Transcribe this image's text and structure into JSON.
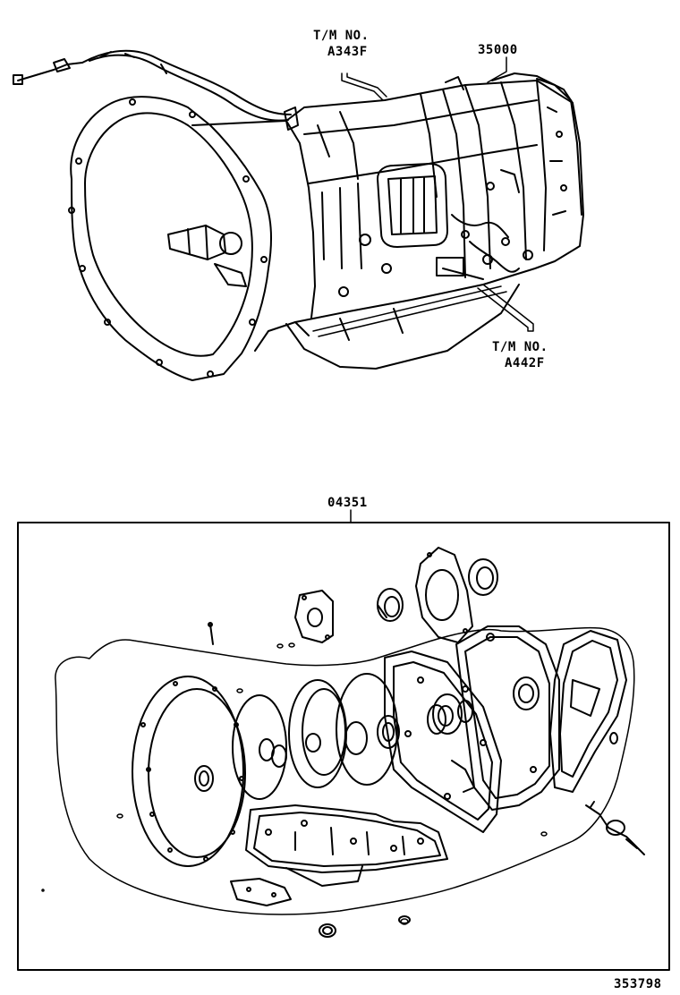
{
  "labels": {
    "tm_top_line1": "T/M NO.",
    "tm_top_line2": "A343F",
    "part_35000": "35000",
    "tm_bottom_line1": "T/M NO.",
    "tm_bottom_line2": "A442F",
    "part_04351": "04351",
    "figure_id": "353798"
  }
}
